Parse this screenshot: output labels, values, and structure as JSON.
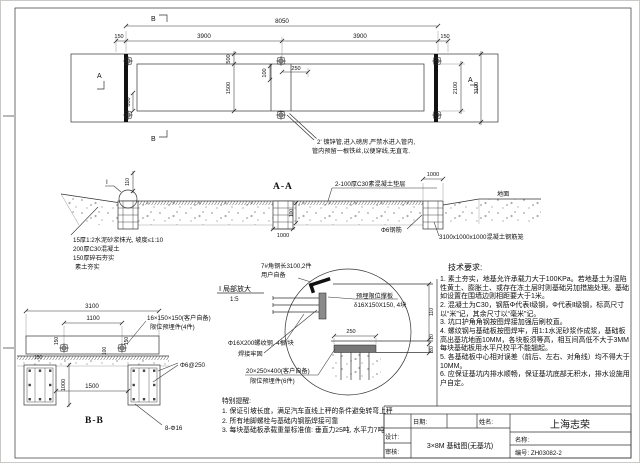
{
  "plan": {
    "marker_a": "A",
    "marker_b": "B",
    "dim_total": "8050",
    "dim_150": "150",
    "dim_3900": "3900",
    "dim_500": "500",
    "dim_1500": "1500",
    "dim_800": "800",
    "dim_100": "100",
    "dim_250": "250",
    "dim_2100": "2100",
    "dim_3100": "3100",
    "pipe_note_line1": "2' 镀锌管,进入磅房,严禁水进入管内,",
    "pipe_note_line2": "管内预留一根铁丝,以便穿线,无直弯."
  },
  "section_aa": {
    "label": "A-A",
    "detail_mark": "Ⅰ",
    "dim_110": "110",
    "dim_1000": "1000",
    "dim_100": "100",
    "note_bedding": "2-100厚C30素混凝土垫层",
    "note_ground": "地面",
    "note_rebar": "Φ6钢筋",
    "note_cage": "3100x1000x1000混凝土钢筋笼",
    "layer_1": "15厚1:2水泥砂浆抹光, 坡度≤1:10",
    "layer_2": "200厚C30混凝土",
    "layer_3": "150厚碎石夯实",
    "layer_4": "素土夯实"
  },
  "strip_plan": {
    "dim_3100": "3100",
    "dim_1100": "1100",
    "dim_150": "150",
    "dim_100": "100",
    "note_line1": "16×150×150(客户自备)",
    "note_line2": "限位预埋件(4件)"
  },
  "section_bb": {
    "label": "B-B",
    "dim_1000": "1000",
    "dim_1500": "1500",
    "note_stirrup": "Φ6@250",
    "note_main_bars": "8-Φ16"
  },
  "detail": {
    "title": "Ⅰ 局部放大",
    "scale": "1:5",
    "note_angle_line1": "7#角钢长3100,2件",
    "note_angle_line2": "用户自备",
    "note_plate_line1": "预埋限位撑板",
    "note_plate_line2": "δ16X150X150, 4块",
    "note_rebar_line1": "Φ16X200螺纹钢, 4根/块",
    "note_rebar_line2": "焊接牢固",
    "note_embed_line1": "20×250×400(客户自备)",
    "note_embed_line2": "限位预埋件(6件)",
    "dim_250": "250",
    "dim_110": "110",
    "dim_10": "10",
    "dim_20": "20"
  },
  "tech_req": {
    "title": "技术要求:",
    "items": [
      "1. 素土夯实，地基允许承载力大于100KPa。若地基土为湿陷性黄土、膨胀土、或存在冻土层时则基础另加措施处理。基础如设置在围墙边则相距要大于1米。",
      "2. 混凝土为C30，钢筋Φ代表Ⅰ级钢，Φ代表Ⅱ级钢，标高尺寸以“米”记，其余尺寸以“毫米”记。",
      "3. 坑口护角角钢按图焊接加强后刷校直。",
      "4. 螺纹钢与基础板按图焊牢，用1:1水泥砂浆作成浆，基础板高出基坑地面10MM，各块板须等高，相互间高低不大于3MM 每块基础板用水平尺校平不能翘起。",
      "5. 各基础板中心相对误差（前后、左右、对角线）均不得大于10MM。",
      "6. 应保证基坑内排水顺畅，保证基坑底部无积水，排水设施用户自定。"
    ]
  },
  "special": {
    "title": "特别提醒:",
    "items": [
      "1. 保证引坡长度，满足汽车直线上秤的条件避免转弯上秤",
      "2. 所有地脚螺栓与基础内钢筋焊接可靠",
      "3. 每块基础板承载重量标准值: 垂直力25吨, 水平力7吨"
    ]
  },
  "title_block": {
    "date_label": "日期:",
    "name_label": "姓名:",
    "design_label": "设计:",
    "review_label": "审核:",
    "drawing_title": "3×8M 基础图(无基坑)",
    "company": "上海志荣",
    "name_field_label": "名称:",
    "number_field": "编号: ZH03082-2"
  }
}
